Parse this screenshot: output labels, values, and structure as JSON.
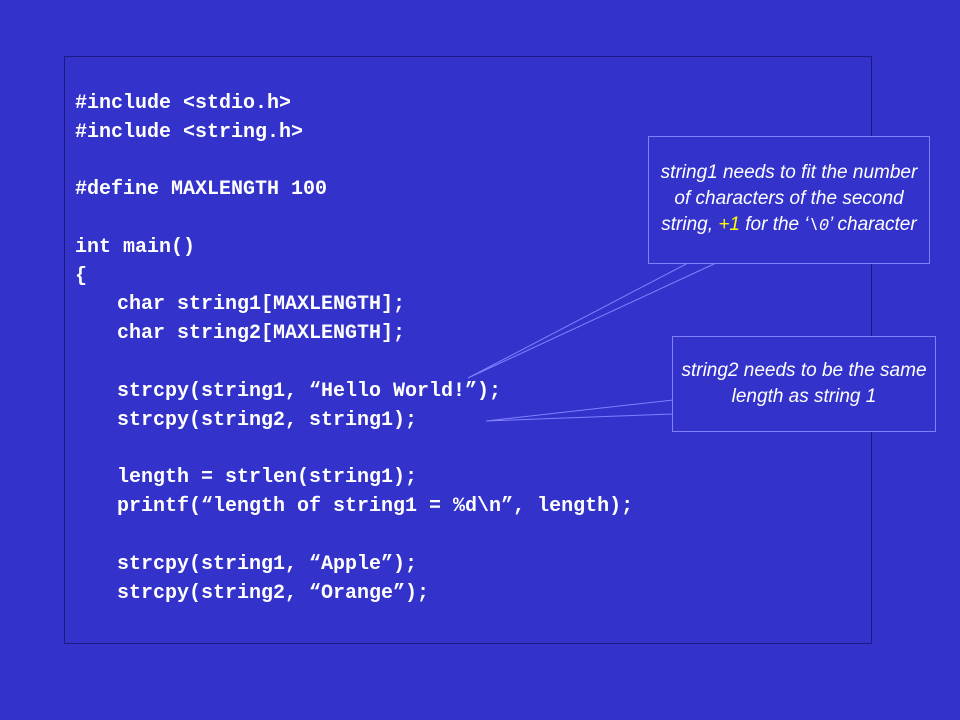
{
  "code": {
    "lines": [
      "#include <stdio.h>",
      "#include <string.h>",
      "#define MAXLENGTH 100",
      "int main()",
      "{",
      "char string1[MAXLENGTH];",
      "char string2[MAXLENGTH];",
      "strcpy(string1, “Hello World!”);",
      "strcpy(string2, string1);",
      "length = strlen(string1);",
      "printf(“length of string1 = %d\\n”, length);",
      "strcpy(string1, “Apple”);",
      "strcpy(string2, “Orange”);"
    ]
  },
  "callouts": {
    "first": {
      "text_before": "string1 needs to fit the number of characters of the second string, ",
      "highlight": "+1",
      "text_middle": " for the ‘",
      "escape": "\\0",
      "text_after": "’ character"
    },
    "second": {
      "text": "string2 needs to be the same length as string 1"
    }
  },
  "colors": {
    "background": "#3333cc",
    "text": "#ffffff",
    "highlight": "#ffff00"
  }
}
